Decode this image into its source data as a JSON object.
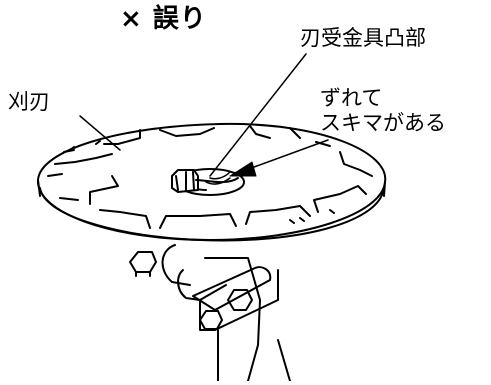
{
  "title": "× 誤り",
  "labels": {
    "part": "刃受金具凸部",
    "blade": "刈刃",
    "gap_line1": "ずれて",
    "gap_line2": "スキマがある"
  },
  "icons": [
    "cross-mark-icon",
    "arrow-icon"
  ]
}
